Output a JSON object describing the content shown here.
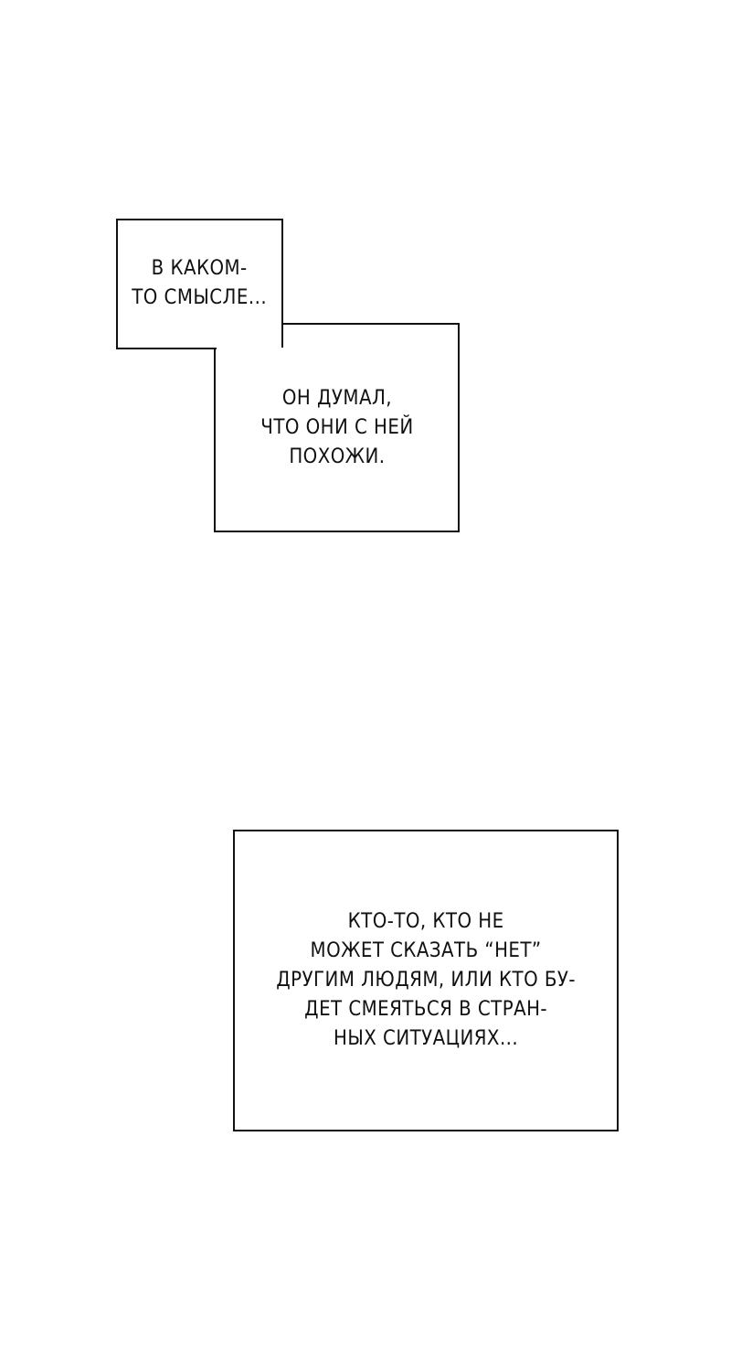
{
  "captions": [
    {
      "text": "В КАКОМ-\nТО СМЫСЛЕ..."
    },
    {
      "text": "ОН ДУМАЛ,\nЧТО ОНИ С НЕЙ\nПОХОЖИ."
    },
    {
      "text": "КТО-ТО, КТО НЕ\nМОЖЕТ СКАЗАТЬ “НЕТ”\nДРУГИМ ЛЮДЯМ, ИЛИ КТО БУ-\nДЕТ СМЕЯТЬСЯ В СТРАН-\nНЫХ СИТУАЦИЯХ..."
    }
  ],
  "colors": {
    "background": "#ffffff",
    "ink": "#111111"
  }
}
